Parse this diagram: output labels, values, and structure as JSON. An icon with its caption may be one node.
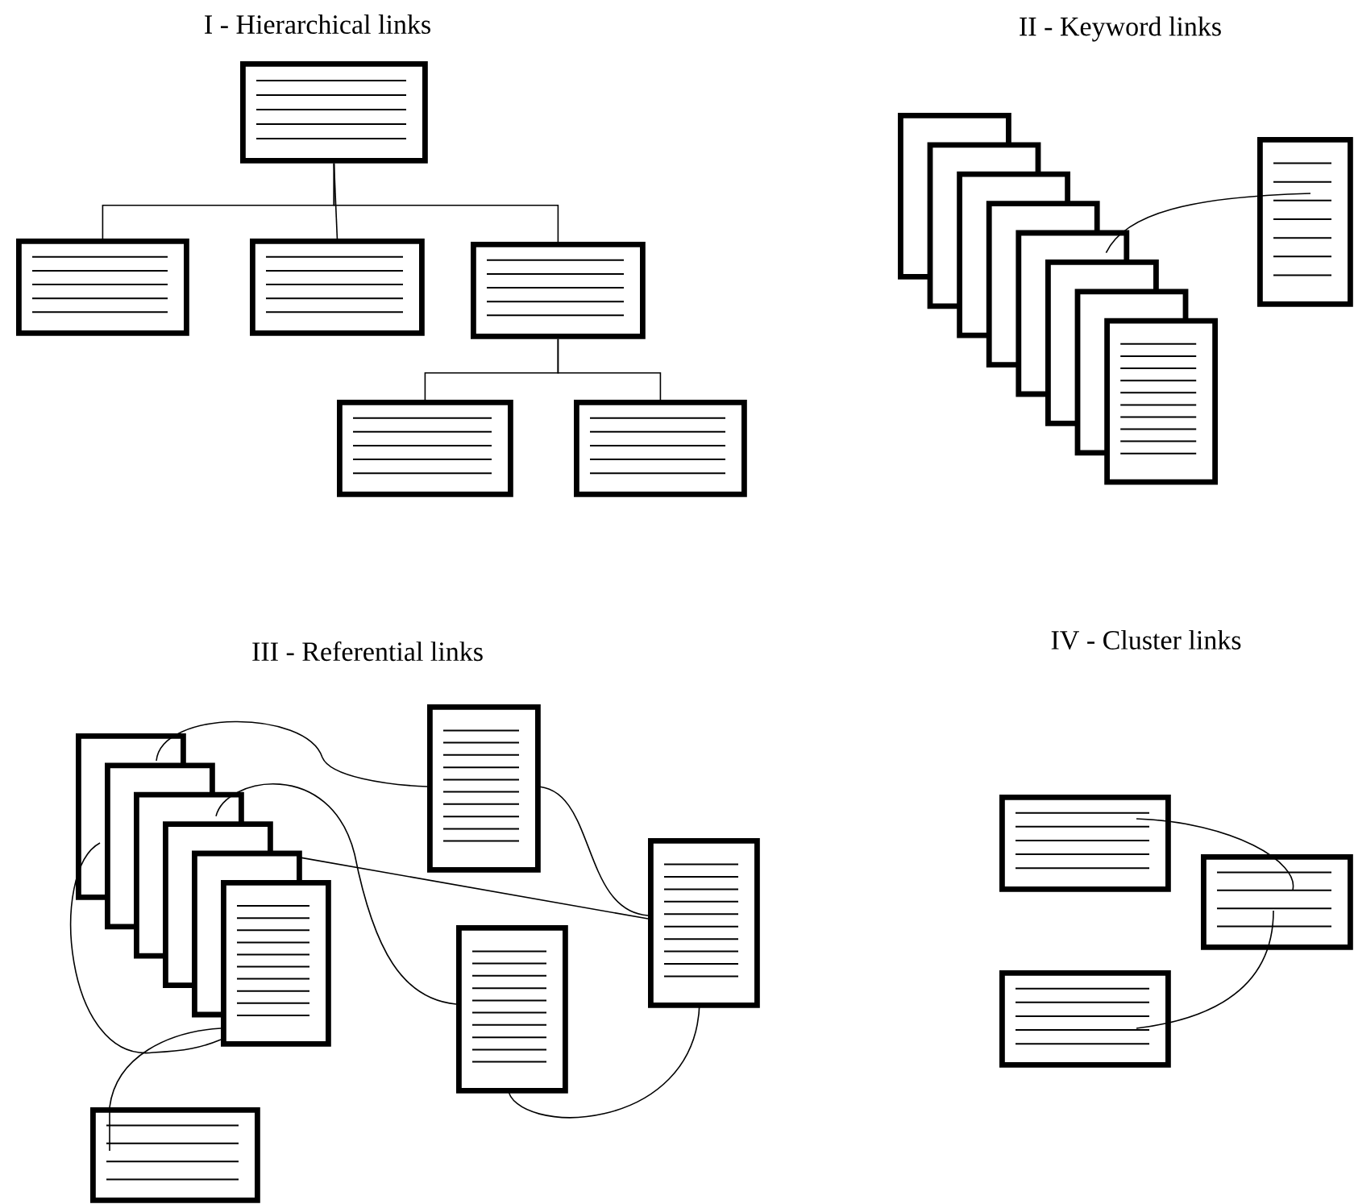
{
  "diagram": {
    "nodes": [
      {
        "text": [],
        "shape": "box"
      },
      {
        "text": [],
        "shape": "box"
      },
      {
        "text": [],
        "shape": "box"
      },
      {
        "text": [],
        "shape": "box"
      },
      {
        "text": [],
        "shape": "box"
      },
      {
        "text": [],
        "shape": "box"
      },
      {
        "text": [],
        "shape": "box"
      },
      {
        "text": [],
        "shape": "box"
      },
      {
        "text": [],
        "shape": "box"
      },
      {
        "text": [],
        "shape": "box"
      },
      {
        "text": [],
        "shape": "box"
      },
      {
        "text": [],
        "shape": "box"
      },
      {
        "text": [],
        "shape": "box"
      },
      {
        "text": [],
        "shape": "box"
      },
      {
        "text": [],
        "shape": "box"
      },
      {
        "text": [],
        "shape": "box"
      },
      {
        "text": [],
        "shape": "box"
      },
      {
        "text": [],
        "shape": "box"
      },
      {
        "text": [],
        "shape": "box"
      },
      {
        "text": [],
        "shape": "box"
      },
      {
        "text": [],
        "shape": "box"
      },
      {
        "text": [],
        "shape": "box"
      },
      {
        "text": [],
        "shape": "box"
      },
      {
        "text": [],
        "shape": "box"
      },
      {
        "text": [],
        "shape": "box"
      },
      {
        "text": [],
        "shape": "box"
      },
      {
        "text": [],
        "shape": "box"
      },
      {
        "text": [],
        "shape": "box"
      }
    ],
    "edges": [
      {
        "from": 0,
        "to": 1,
        "arrow": "none"
      },
      {
        "from": 0,
        "to": 2,
        "arrow": "none"
      },
      {
        "from": 0,
        "to": 3,
        "arrow": "none"
      },
      {
        "from": 3,
        "to": 4,
        "arrow": "none"
      },
      {
        "from": 3,
        "to": 5,
        "arrow": "none"
      },
      {
        "from": 14,
        "to": 10,
        "arrow": "none"
      },
      {
        "from": 15,
        "to": 21,
        "arrow": "none"
      },
      {
        "from": 17,
        "to": 23,
        "arrow": "none"
      },
      {
        "from": 19,
        "to": 22,
        "arrow": "none"
      },
      {
        "from": 21,
        "to": 22,
        "arrow": "none"
      },
      {
        "from": 23,
        "to": 22,
        "arrow": "none"
      },
      {
        "from": 15,
        "to": 20,
        "arrow": "none"
      },
      {
        "from": 20,
        "to": 24,
        "arrow": "none"
      },
      {
        "from": 25,
        "to": 26,
        "arrow": "none"
      },
      {
        "from": 27,
        "to": 26,
        "arrow": "none"
      }
    ],
    "labels": [
      "I - Hierarchical links",
      "II - Keyword links",
      "III - Referential links",
      "IV - Cluster links"
    ]
  }
}
